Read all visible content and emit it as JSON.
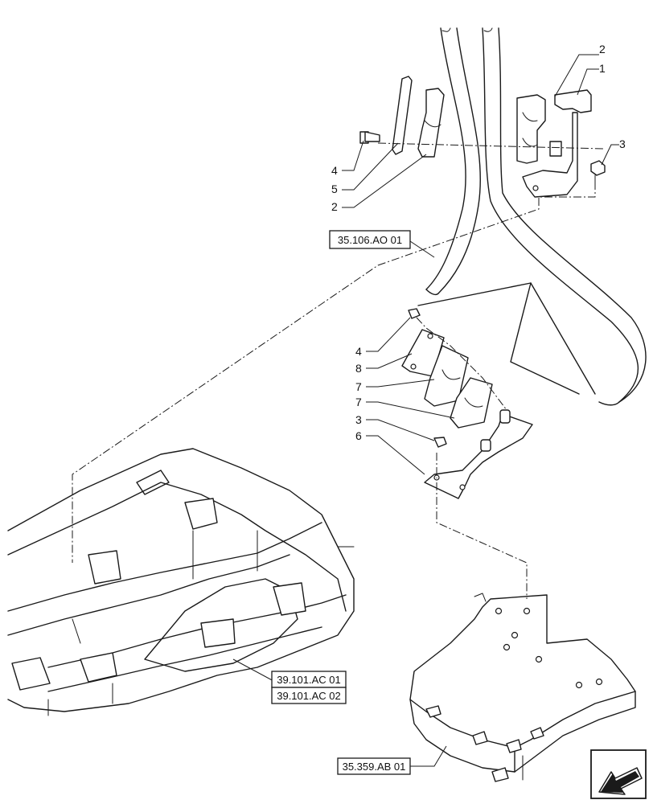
{
  "callouts": {
    "top_right": [
      "2",
      "1",
      "3"
    ],
    "top_left": [
      "4",
      "5",
      "2"
    ],
    "middle": [
      "4",
      "8",
      "7",
      "7",
      "3",
      "6"
    ]
  },
  "references": {
    "ref_35_106": "35.106.AO 01",
    "ref_39_101_01": "39.101.AC 01",
    "ref_39_101_02": "39.101.AC 02",
    "ref_35_359": "35.359.AB 01"
  },
  "nav_icon": "arrow-back-icon",
  "colors": {
    "line": "#1a1a1a",
    "background": "#ffffff"
  }
}
